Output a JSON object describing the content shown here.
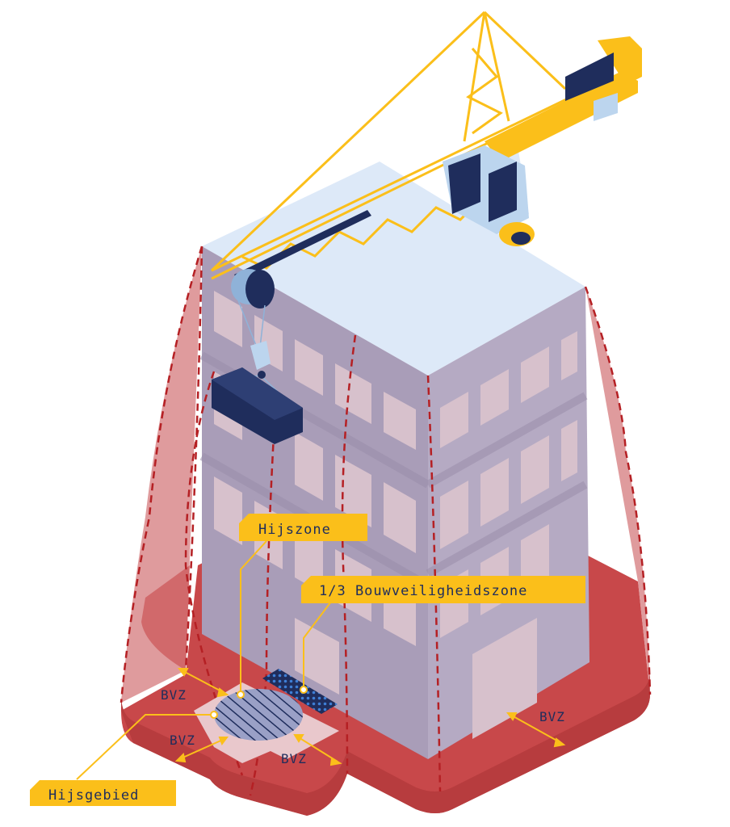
{
  "labels": {
    "hijszone": "Hijszone",
    "bouwveiligheidszone": "1/3 Bouwveiligheidszone",
    "hijsgebied": "Hijsgebied",
    "bvz_left_top": "BVZ",
    "bvz_left_bottom": "BVZ",
    "bvz_center": "BVZ",
    "bvz_right": "BVZ"
  },
  "colors": {
    "crane_yellow": "#fbbf1a",
    "crane_dark": "#1f2d5c",
    "danger_red": "#c94a4a",
    "building_top": "#dde9f8",
    "building_left": "#cfc4d8",
    "building_right": "#a59cb6",
    "label_fill": "#fbbf1a"
  }
}
